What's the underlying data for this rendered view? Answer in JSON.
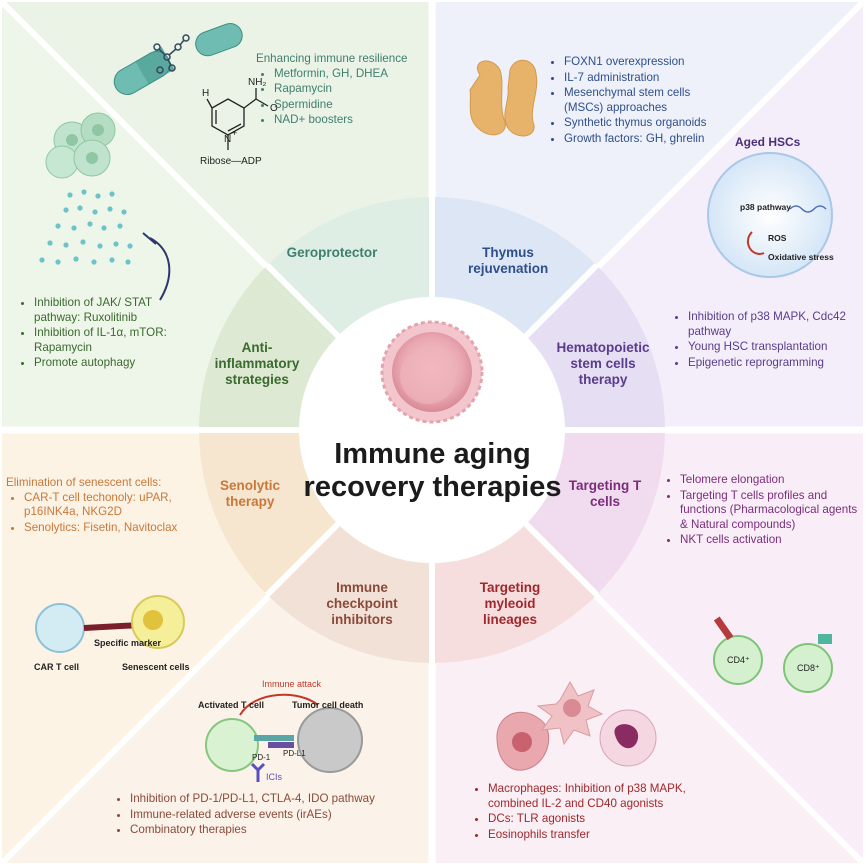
{
  "title": "Immune aging recovery therapies",
  "colors": {
    "geroprotector": "#3f7f70",
    "thymus": "#2e4f8a",
    "hsc": "#5b3c8c",
    "targeting_t": "#7a2e7a",
    "myeloid": "#a0282c",
    "checkpoint": "#8a4a3a",
    "senolytic": "#c9783a",
    "anti_inflammatory": "#3a6a2e"
  },
  "segments": {
    "geroprotector": "Geroprotector",
    "thymus": "Thymus rejuvenation",
    "hsc": "Hematopoietic stem cells therapy",
    "targeting_t": "Targeting T cells",
    "myeloid": "Targeting myleoid lineages",
    "checkpoint": "Immune checkpoint inhibitors",
    "senolytic": "Senolytic therapy",
    "anti_inflammatory": "Anti-inflammatory strategies"
  },
  "geroprotector": {
    "heading": "Enhancing immune resilience",
    "items": [
      "Metformin, GH, DHEA",
      "Rapamycin",
      "Spermidine",
      "NAD+ boosters"
    ],
    "nad_labels": {
      "h": "H",
      "nh2": "NH₂",
      "o": "O",
      "n": "N",
      "plus": "+",
      "ribose": "Ribose—ADP"
    }
  },
  "thymus": {
    "items": [
      "FOXN1 overexpression",
      "IL-7 administration",
      "Mesenchymal stem cells (MSCs) approaches",
      "Synthetic thymus organoids",
      "Growth factors: GH, ghrelin"
    ]
  },
  "hsc": {
    "box_title": "Aged HSCs",
    "labels": {
      "p38": "p38 pathway",
      "ros": "ROS",
      "oxidative": "Oxidative stress"
    },
    "items": [
      "Inhibition of p38 MAPK, Cdc42 pathway",
      "Young HSC transplantation",
      "Epigenetic reprogramming"
    ]
  },
  "targeting_t": {
    "items": [
      "Telomere elongation",
      "Targeting T cells profiles and functions (Pharmacological agents & Natural compounds)",
      "NKT cells activation"
    ],
    "cd4": "CD4⁺",
    "cd8": "CD8⁺"
  },
  "myeloid": {
    "items": [
      "Macrophages: Inhibition of p38 MAPK, combined IL-2 and CD40 agonists",
      "DCs: TLR agonists",
      "Eosinophils transfer"
    ]
  },
  "checkpoint": {
    "labels": {
      "activated": "Activated T cell",
      "attack": "Immune attack",
      "death": "Tumor cell death",
      "pd1": "PD-1",
      "pdl1": "PD-L1",
      "icis": "ICIs"
    },
    "items": [
      "Inhibition of PD-1/PD-L1, CTLA-4, IDO pathway",
      "Immune-related adverse events (irAEs)",
      "Combinatory therapies"
    ]
  },
  "senolytic": {
    "heading": "Elimination of senescent cells:",
    "items": [
      "CAR-T cell techonoly: uPAR, p16INK4a, NKG2D",
      "Senolytics: Fisetin, Navitoclax"
    ],
    "labels": {
      "car": "CAR T cell",
      "marker": "Specific marker",
      "senescent": "Senescent cells"
    }
  },
  "anti_inflammatory": {
    "items": [
      "Inhibition of JAK/ STAT pathway: Ruxolitinib",
      "Inhibition of IL-1α, mTOR: Rapamycin",
      "Promote autophagy"
    ]
  }
}
